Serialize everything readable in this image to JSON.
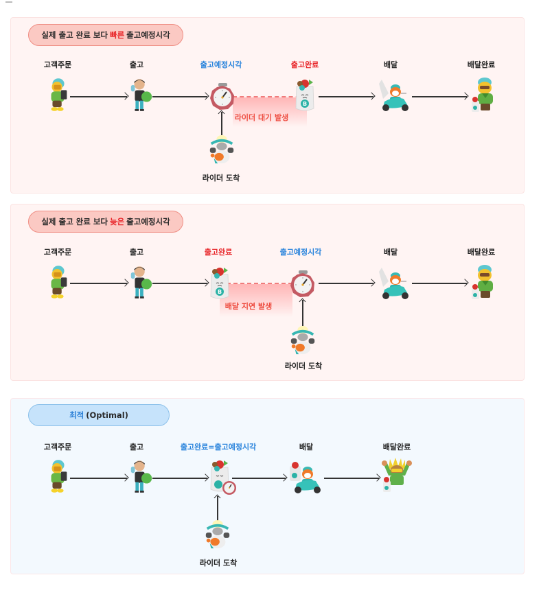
{
  "scenarios": [
    {
      "title_pre": "실제 출고 완료 보다",
      "title_highlight": "빠른",
      "title_post": "출고예정시각",
      "steps": [
        "고객주문",
        "출고",
        "출고예정시각",
        "출고완료",
        "배달",
        "배달완료"
      ],
      "gap_label": "라이더 대기 발생",
      "rider_label": "라이더 도착"
    },
    {
      "title_pre": "실제 출고 완료 보다",
      "title_highlight": "늦은",
      "title_post": "출고예정시각",
      "steps": [
        "고객주문",
        "출고",
        "출고완료",
        "출고예정시각",
        "배달",
        "배달완료"
      ],
      "gap_label": "배달 지연 발생",
      "rider_label": "라이더 도착"
    },
    {
      "title_highlight": "최적",
      "title_post": "(Optimal)",
      "steps": [
        "고객주문",
        "출고",
        "출고완료=출고예정시각",
        "배달",
        "배달완료"
      ],
      "rider_label": "라이더 도착"
    }
  ],
  "icons": {
    "customer": "customer-phone-icon",
    "packer": "packer-icon",
    "timer": "stopwatch-icon",
    "bag": "grocery-bag-icon",
    "scooter": "delivery-scooter-icon",
    "recipient": "recipient-icon",
    "rider": "rider-icon"
  },
  "colors": {
    "red_highlight": "#e8262a",
    "blue_highlight": "#2a84dc",
    "gap_text": "#ee4b3f",
    "panel_red_bg": "#fff4f3",
    "panel_blue_bg": "#f3f9fe",
    "pill_red_bg": "#fbc9c3",
    "pill_blue_bg": "#c6e3fb"
  }
}
